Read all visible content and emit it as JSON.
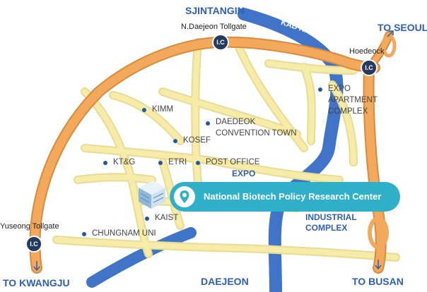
{
  "places": {
    "sjintangin": "SJINTANGIN",
    "n_daejeon_tollgate": "N.Daejeon Tollgate",
    "kab_river": "KAB RIVER",
    "to_seoul": "TO SEOUL",
    "hoedeock": "Hoedeock",
    "expo_apartment": [
      "EXPO",
      "APARTMENT",
      "COMPLEX"
    ],
    "kimm": "KIMM",
    "daedeok": [
      "DAEDEOK",
      "CONVENTION TOWN"
    ],
    "kosef": "KOSEF",
    "kt_g": "KT&G",
    "etri": "ETRI",
    "post_office": "POST OFFICE",
    "expo": "EXPO",
    "kaist": "KAIST",
    "yuseong_tollgate": "Yuseong Tollgate",
    "chungnam": "CHUNGNAM UNI",
    "industrial": [
      "INDUSTRIAL",
      "COMPLEX"
    ],
    "to_kwangju": "TO KWANGJU",
    "daejeon": "DAEJEON",
    "to_busan": "TO BUSAN"
  },
  "interchange_label": "I.C",
  "callout": {
    "title": "National Biotech Policy Research Center"
  },
  "colors": {
    "expressway": "#f2a95c",
    "road": "#f6eba8",
    "river": "#3f74c8",
    "callout": "#2fb0c8",
    "interchange": "#243a5e"
  },
  "icons": {
    "callout_pin": "location-pin-icon",
    "building": "building-icon"
  }
}
